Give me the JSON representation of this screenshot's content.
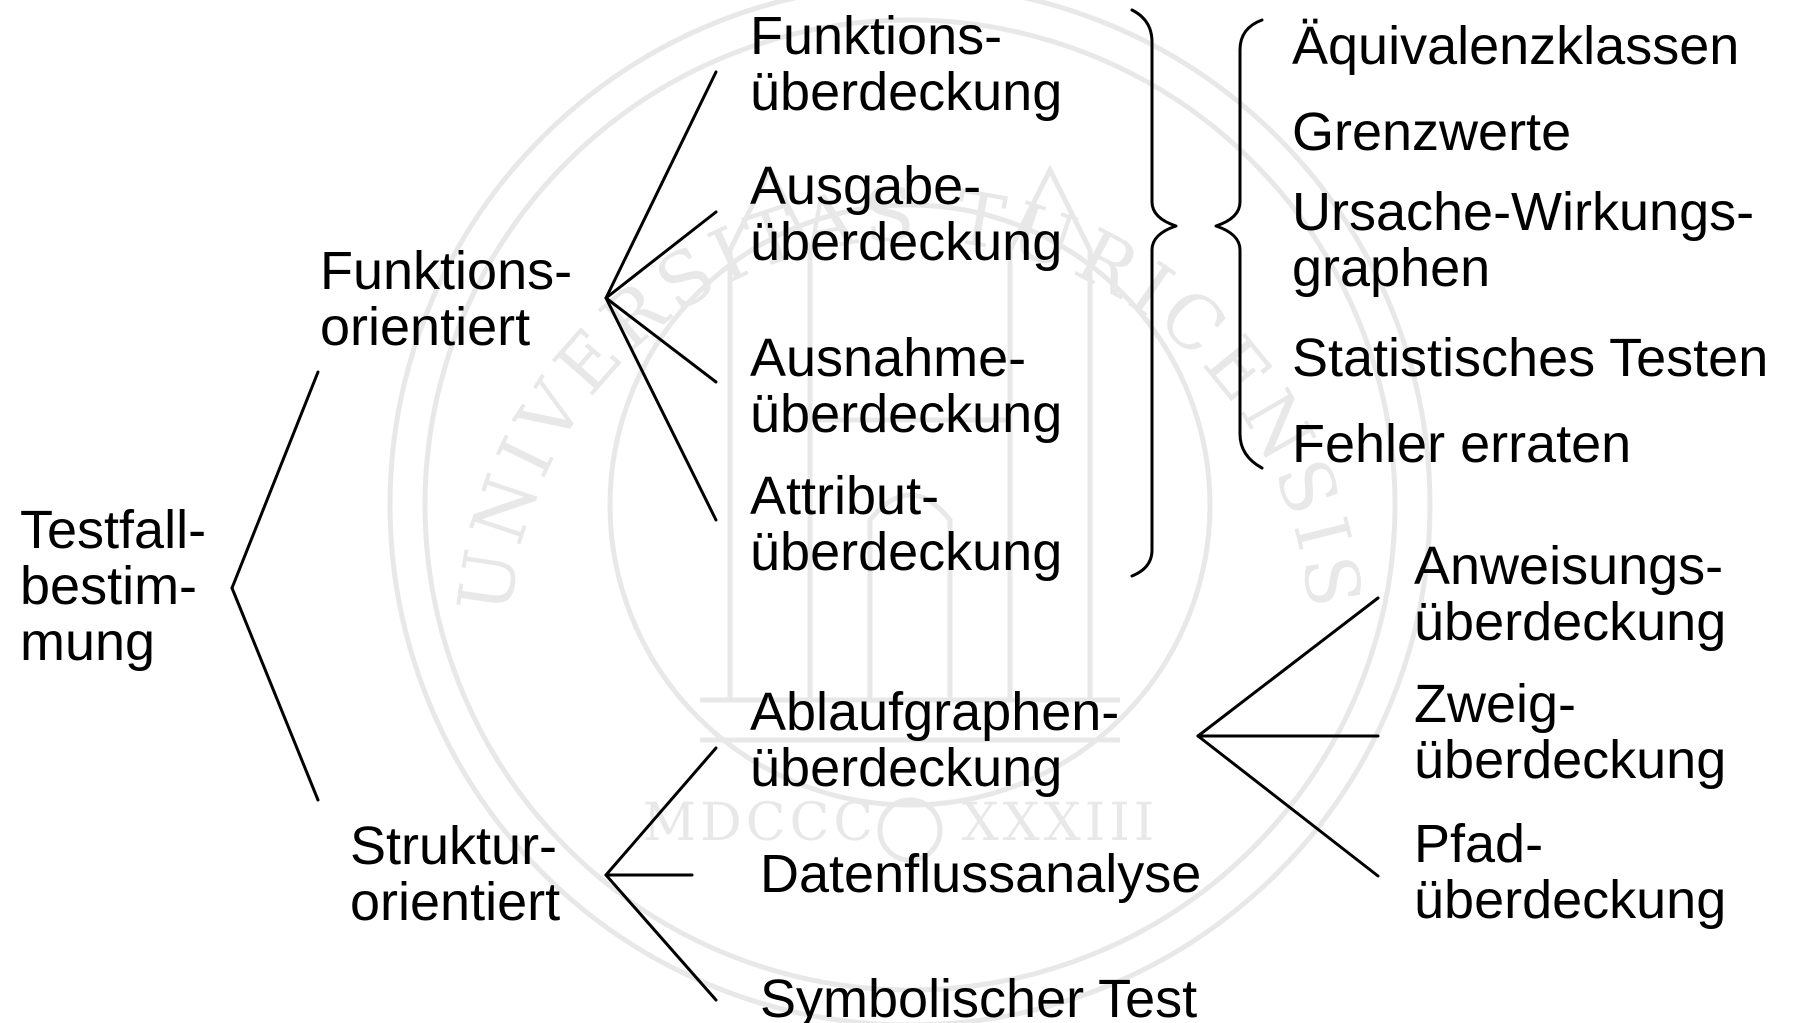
{
  "colors": {
    "ink": "#000000",
    "background": "#ffffff",
    "watermark": "#e8e8e8"
  },
  "watermark": {
    "arc_text": "UNIVERSITAS TURICENSIS",
    "year_left": "MDCCC",
    "year_right": "XXXIII"
  },
  "root": {
    "lines": [
      "Testfall-",
      "bestim-",
      "mung"
    ]
  },
  "functional": {
    "label": [
      "Funktions-",
      "orientiert"
    ],
    "children": [
      {
        "lines": [
          "Funktions-",
          "überdeckung"
        ]
      },
      {
        "lines": [
          "Ausgabe-",
          "überdeckung"
        ]
      },
      {
        "lines": [
          "Ausnahme-",
          "überdeckung"
        ]
      },
      {
        "lines": [
          "Attribut-",
          "überdeckung"
        ]
      }
    ],
    "methods": [
      {
        "lines": [
          "Äquivalenzklassen"
        ]
      },
      {
        "lines": [
          "Grenzwerte"
        ]
      },
      {
        "lines": [
          "Ursache-Wirkungs-",
          "graphen"
        ]
      },
      {
        "lines": [
          "Statistisches Testen"
        ]
      },
      {
        "lines": [
          "Fehler erraten"
        ]
      }
    ]
  },
  "structural": {
    "label": [
      "Struktur-",
      "orientiert"
    ],
    "children": [
      {
        "lines": [
          "Ablaufgraphen-",
          "überdeckung"
        ]
      },
      {
        "lines": [
          "Datenflussanalyse"
        ]
      },
      {
        "lines": [
          "Symbolischer Test"
        ]
      }
    ],
    "coverage": [
      {
        "lines": [
          "Anweisungs-",
          "überdeckung"
        ]
      },
      {
        "lines": [
          "Zweig-",
          "überdeckung"
        ]
      },
      {
        "lines": [
          "Pfad-",
          "überdeckung"
        ]
      }
    ]
  }
}
